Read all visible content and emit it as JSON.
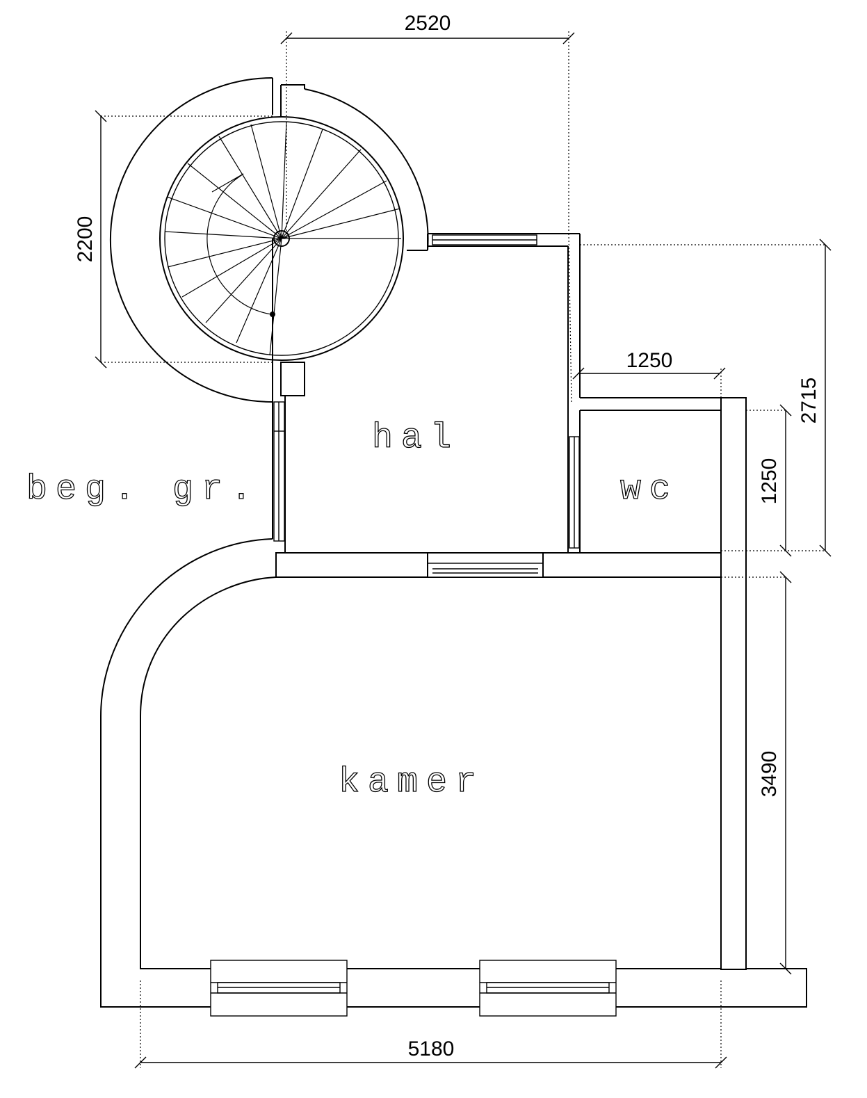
{
  "rooms": {
    "hal": "hal",
    "wc": "wc",
    "kamer": "kamer",
    "outside": "beg. gr."
  },
  "dimensions": {
    "top_width": "2520",
    "stair_height": "2200",
    "wc_width": "1250",
    "wc_height": "1250",
    "hall_height": "2715",
    "room_height": "3490",
    "room_width": "5180"
  }
}
